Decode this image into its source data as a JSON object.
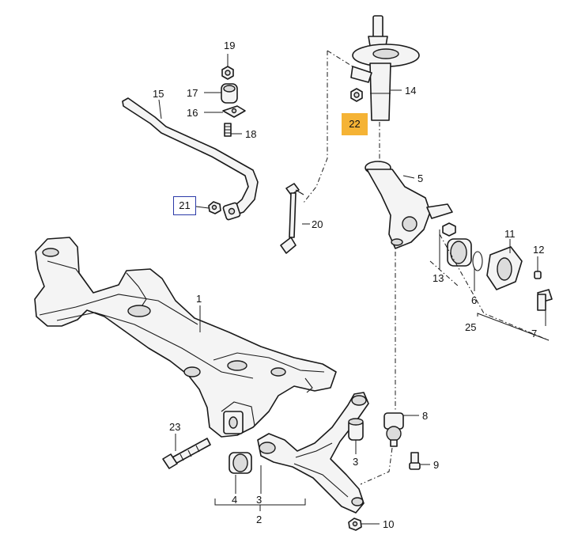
{
  "labels": {
    "l1": "1",
    "l2": "2",
    "l3": "3",
    "l3b": "3",
    "l4": "4",
    "l5": "5",
    "l6": "6",
    "l7": "7",
    "l8": "8",
    "l9": "9",
    "l10": "10",
    "l11": "11",
    "l12": "12",
    "l13": "13",
    "l14": "14",
    "l15": "15",
    "l16": "16",
    "l17": "17",
    "l18": "18",
    "l19": "19",
    "l20": "20",
    "l23": "23",
    "l25": "25"
  },
  "highlighted": {
    "p21": "21",
    "p22": "22"
  },
  "colors": {
    "highlight_fill": "#f5b335",
    "highlight_border": "#2b3aa8",
    "line": "#1a1a1a"
  }
}
